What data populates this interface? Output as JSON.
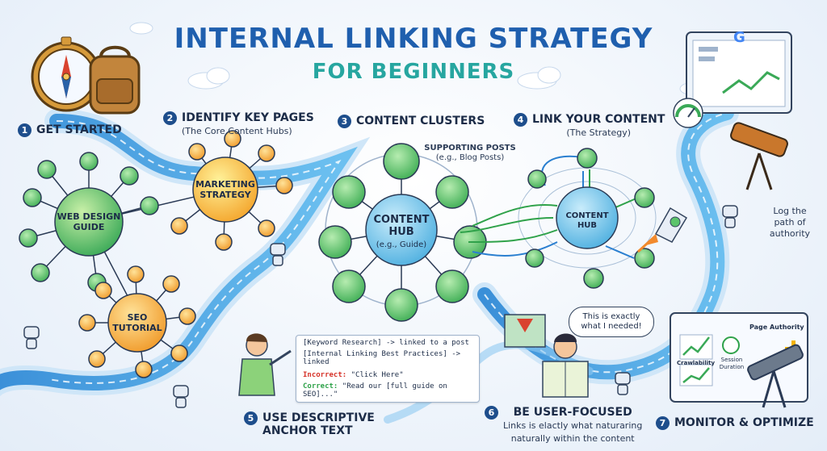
{
  "header": {
    "title": "INTERNAL LINKING STRATEGY",
    "subtitle": "FOR BEGINNERS"
  },
  "steps": [
    {
      "num": "1",
      "label": "GET STARTED"
    },
    {
      "num": "2",
      "label": "IDENTIFY KEY PAGES",
      "sub": "(The Core Content Hubs)"
    },
    {
      "num": "3",
      "label": "CONTENT CLUSTERS"
    },
    {
      "num": "4",
      "label": "LINK YOUR CONTENT",
      "sub": "(The Strategy)"
    },
    {
      "num": "5",
      "label": "USE DESCRIPTIVE",
      "label2": "ANCHOR TEXT"
    },
    {
      "num": "6",
      "label": "BE USER-FOCUSED",
      "sub": "Links is elactly what naturaring",
      "sub2": "naturally within the content"
    },
    {
      "num": "7",
      "label": "MONITOR & OPTIMIZE"
    }
  ],
  "key_pages": {
    "marketing": [
      "MARKETING",
      "STRATEGY"
    ],
    "web_design": [
      "WEB DESIGN",
      "GUIDE"
    ],
    "seo": [
      "SEO",
      "TUTORIAL"
    ]
  },
  "clusters": {
    "supporting": "SUPPORTING POSTS",
    "supporting_sub": "(e.g., Blog Posts)",
    "hub": [
      "CONTENT",
      "HUB"
    ],
    "hub_sub": "(e.g., Guide)"
  },
  "link_hub": [
    "CONTENT",
    "HUB"
  ],
  "authority_note": [
    "Log the",
    "path of",
    "authority"
  ],
  "anchor_card": {
    "line1": "[Keyword Research] -> linked to a post",
    "line2": "[Internal Linking Best Practices] -> linked",
    "incorrect_label": "Incorrect:",
    "incorrect_value": "\"Click Here\"",
    "correct_label": "Correct:",
    "correct_value": "\"Read our [full guide on SEO]...\""
  },
  "speech": [
    "This is exactly",
    "what I needed!"
  ],
  "dashboard": {
    "page_authority": "Page Authority",
    "crawlability": "Crawlability",
    "session": "Session",
    "duration": "Duration"
  },
  "colors": {
    "title": "#1f5fae",
    "subtitle": "#27a6a0",
    "path": "#4aa3e6",
    "node_green": "#5cc46b",
    "node_orange": "#f3a23a",
    "node_teal": "#2fb7b0",
    "hub_blue": "#74c6ee"
  }
}
